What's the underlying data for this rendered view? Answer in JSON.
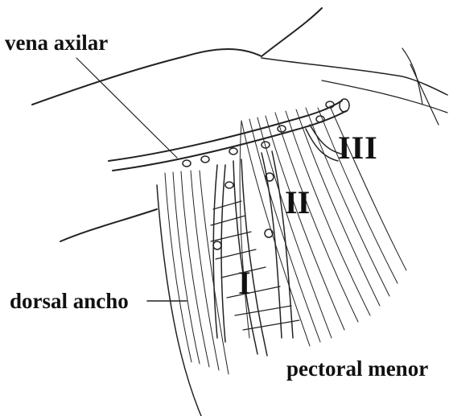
{
  "labels": {
    "vena_axilar": "vena axilar",
    "dorsal_ancho": "dorsal ancho",
    "pectoral_menor": "pectoral menor"
  },
  "levels": {
    "level_iii": "III",
    "level_ii": "II",
    "level_i": "I"
  },
  "colors": {
    "ink": "#111111",
    "background": "#ffffff"
  }
}
